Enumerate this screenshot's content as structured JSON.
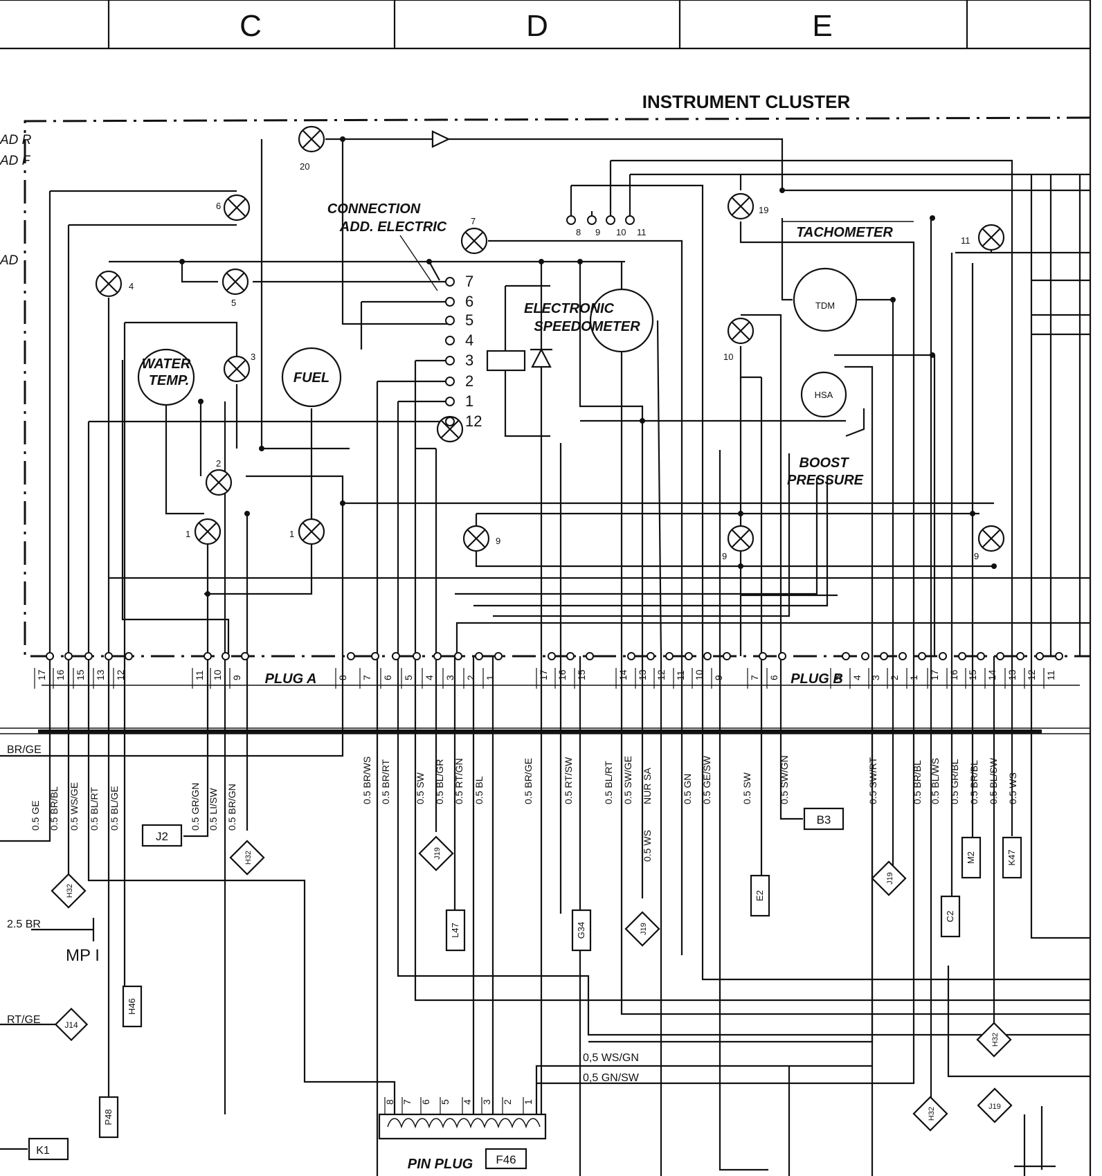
{
  "header": {
    "columns": [
      "C",
      "D",
      "E"
    ]
  },
  "title": "INSTRUMENT CLUSTER",
  "left_fragments": [
    "AD R",
    "AD F",
    "AD"
  ],
  "labels": {
    "connection": "CONNECTION",
    "add_electric": "ADD. ELECTRIC",
    "electronic": "ELECTRONIC",
    "speedometer": "SPEEDOMETER",
    "tachometer": "TACHOMETER",
    "water": "WATER",
    "temp": "TEMP.",
    "fuel": "FUEL",
    "boost": "BOOST",
    "pressure": "PRESSURE",
    "tdm": "TDM",
    "hsa": "HSA",
    "plug_a": "PLUG A",
    "plug_b": "PLUG B",
    "pin_plug": "PIN PLUG",
    "mp1": "MP I"
  },
  "lamp_numbers": [
    "20",
    "6",
    "7",
    "4",
    "5",
    "3",
    "2",
    "1",
    "1",
    "9",
    "9",
    "9",
    "19",
    "10",
    "11",
    "8",
    "9",
    "10",
    "11"
  ],
  "connection_pins": [
    "7",
    "6",
    "5",
    "4",
    "3",
    "2",
    "1",
    "12"
  ],
  "plug_a_pins": [
    "17",
    "16",
    "15",
    "13",
    "12",
    "11",
    "10",
    "9",
    "8",
    "7",
    "6",
    "5",
    "4",
    "3",
    "2",
    "1"
  ],
  "plug_b_pins": [
    "17",
    "16",
    "15",
    "14",
    "13",
    "12",
    "11",
    "10",
    "9",
    "7",
    "6",
    "5",
    "4",
    "3",
    "2",
    "1",
    "17",
    "16",
    "15",
    "14",
    "13",
    "12",
    "11"
  ],
  "wire_colors": [
    "BR/GE",
    "0.5 GE",
    "0.5 BR/BL",
    "0.5 WS/GE",
    "0.5 BL/RT",
    "0.5 BL/GE",
    "0.5 GR/GN",
    "0.5 LI/SW",
    "0.5 BR/GN",
    "0.5 BR/WS",
    "0.5 BR/RT",
    "0.5 SW",
    "0.5 BL/GR",
    "0.5 RT/GN",
    "0.5 BL",
    "0.5 BR/GE",
    "0.5 RT/SW",
    "0.5 BL/RT",
    "0.5 SW/GE",
    "NUR SA",
    "0.5 WS",
    "0.5 GN",
    "0.5 GE/SW",
    "0.5 SW",
    "0.5 SW/GN",
    "0.5 SW/RT",
    "0.5 BR/BL",
    "0.5 BL/WS",
    "0.5 GR/BL",
    "0.5 BR/BL",
    "0.5 BL/SW",
    "0.5 WS",
    "2.5 BR",
    "RT/GE",
    "0,5 WS/GN",
    "0,5 GN/SW"
  ],
  "components": [
    "J2",
    "H32",
    "H32",
    "H46",
    "P48",
    "J14",
    "K1",
    "J19",
    "L47",
    "G34",
    "J19",
    "E2",
    "B3",
    "J19",
    "C2",
    "M2",
    "K47",
    "H32",
    "H32",
    "J19",
    "F46"
  ],
  "pin_plug_pins": [
    "8",
    "7",
    "6",
    "5",
    "4",
    "3",
    "2",
    "1"
  ]
}
